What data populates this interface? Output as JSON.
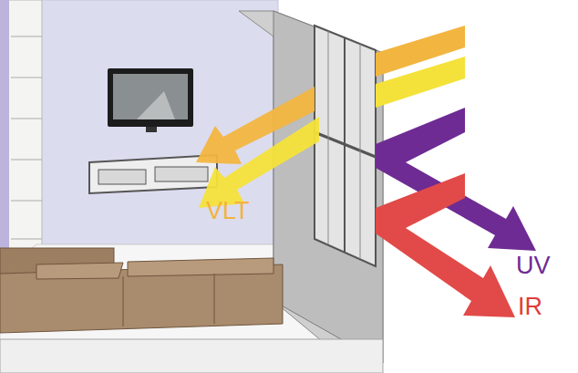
{
  "diagram": {
    "labels": [
      "VLT",
      "UV",
      "IR"
    ]
  }
}
